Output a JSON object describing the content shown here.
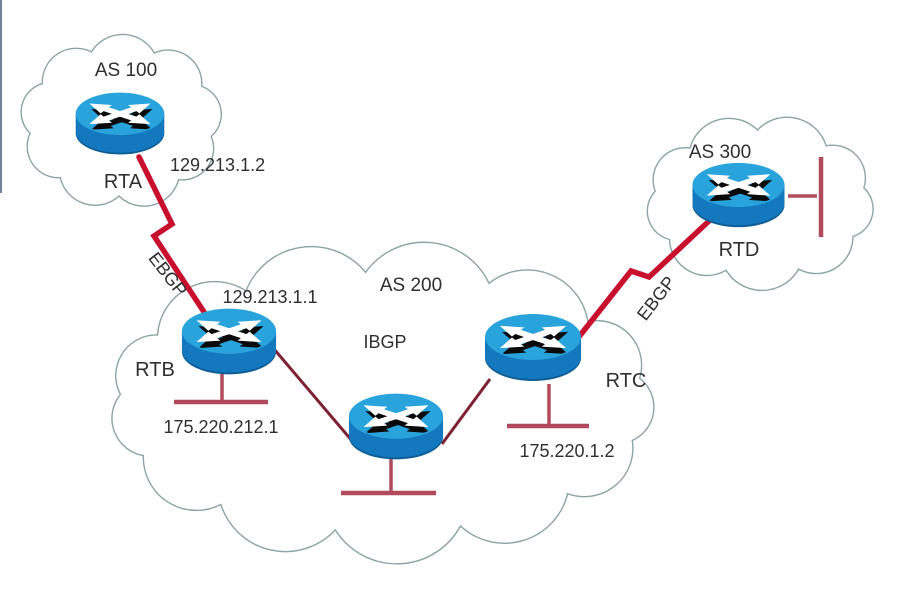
{
  "diagram": {
    "type": "bgp-network-topology",
    "labels": {
      "as100": "AS 100",
      "as200": "AS 200",
      "as300": "AS 300",
      "ibgp": "IBGP",
      "ebgp_left": "EBGP",
      "ebgp_right": "EBGP",
      "rta": "RTA",
      "rtb": "RTB",
      "rtc": "RTC",
      "rtd": "RTD",
      "rta_link_ip": "129.213.1.2",
      "rtb_link_ip": "129.213.1.1",
      "rtb_lan_ip": "175.220.212.1",
      "rtc_lan_ip": "175.220.1.2"
    },
    "autonomous_systems": [
      {
        "name": "AS 100",
        "routers": [
          "RTA"
        ]
      },
      {
        "name": "AS 200",
        "routers": [
          "RTB",
          "RTC",
          "core-router"
        ],
        "interior_protocol": "IBGP"
      },
      {
        "name": "AS 300",
        "routers": [
          "RTD"
        ]
      }
    ],
    "links": [
      {
        "from": "RTA",
        "to": "RTB",
        "protocol": "EBGP",
        "from_ip": "129.213.1.2",
        "to_ip": "129.213.1.1"
      },
      {
        "from": "RTB",
        "to": "core-router",
        "protocol": "IBGP"
      },
      {
        "from": "RTC",
        "to": "core-router",
        "protocol": "IBGP"
      },
      {
        "from": "RTC",
        "to": "RTD",
        "protocol": "EBGP"
      }
    ],
    "lan_segments": [
      {
        "attached_to": "RTB",
        "ip": "175.220.212.1"
      },
      {
        "attached_to": "core-router",
        "ip": ""
      },
      {
        "attached_to": "RTC",
        "ip": "175.220.1.2"
      },
      {
        "attached_to": "RTD",
        "ip": ""
      }
    ],
    "colors": {
      "ebgp_link": "#c8102e",
      "ibgp_link": "#7e2233",
      "lan_stub": "#b04a5c",
      "cloud_outline": "#8ba4a6",
      "router_top": "#29a3dc",
      "router_body": "#1478be",
      "label_text": "#2f2f2f"
    }
  }
}
